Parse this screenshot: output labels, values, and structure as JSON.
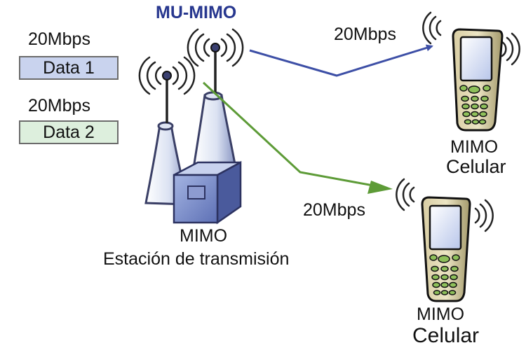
{
  "title": "MU-MIMO",
  "colors": {
    "title": "#27378f",
    "data1_box": "#c9d3ee",
    "data2_box": "#ddefdd",
    "arrow_blue": "#3d4fa6",
    "arrow_green": "#5d9b37"
  },
  "streams": [
    {
      "rate": "20Mbps",
      "label": "Data 1"
    },
    {
      "rate": "20Mbps",
      "label": "Data 2"
    }
  ],
  "station": {
    "line1": "MIMO",
    "line2": "Estación de transmisión"
  },
  "links": [
    {
      "rate": "20Mbps"
    },
    {
      "rate": "20Mbps"
    }
  ],
  "phones": [
    {
      "line1": "MIMO",
      "line2": "Celular"
    },
    {
      "line1": "MIMO",
      "line2": "Celular"
    }
  ]
}
